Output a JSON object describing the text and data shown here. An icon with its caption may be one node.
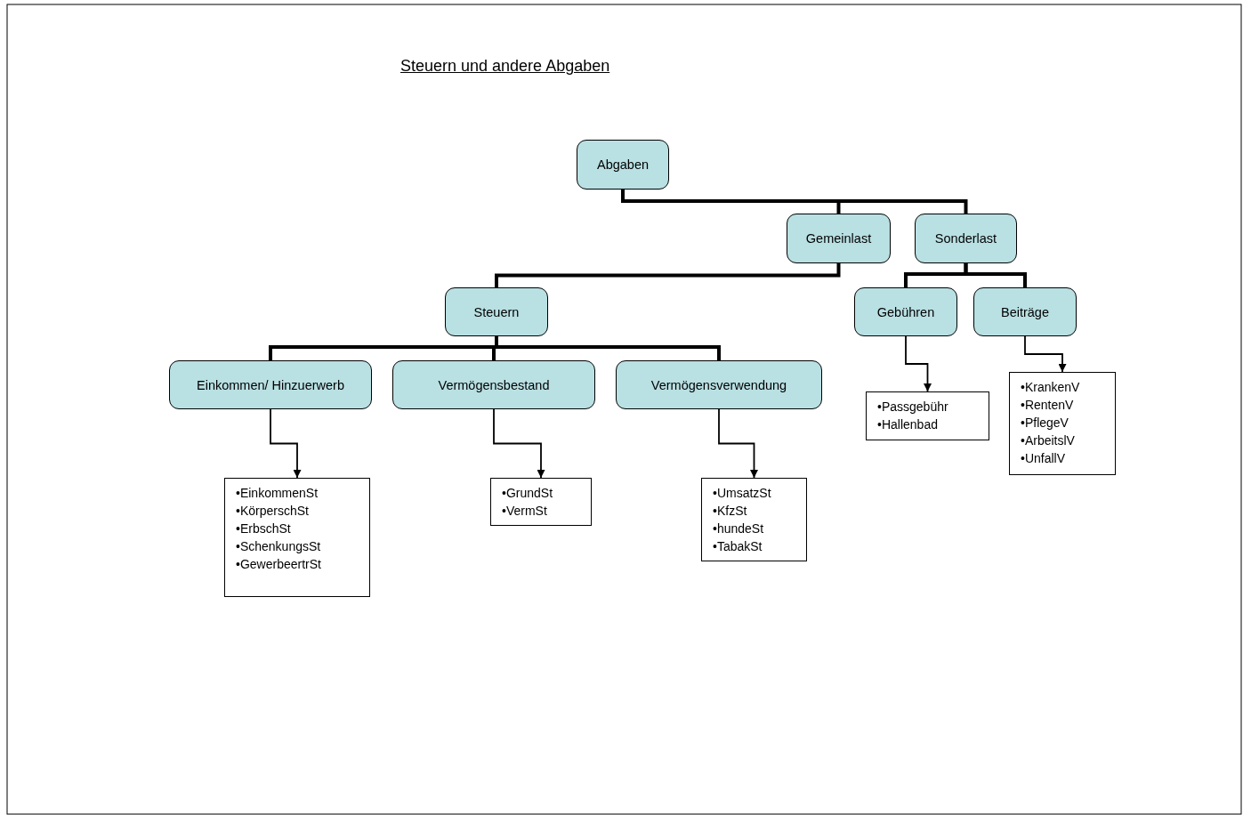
{
  "diagram": {
    "title": "Steuern und andere Abgaben",
    "nodes": [
      {
        "text": [
          "Abgaben"
        ]
      },
      {
        "text": [
          "Gemeinlast"
        ]
      },
      {
        "text": [
          "Sonderlast"
        ]
      },
      {
        "text": [
          "Steuern"
        ]
      },
      {
        "text": [
          "Gebühren"
        ]
      },
      {
        "text": [
          "Beiträge"
        ]
      },
      {
        "text": [
          "Einkommen/ Hinzuerwerb"
        ]
      },
      {
        "text": [
          "Vermögensbestand"
        ]
      },
      {
        "text": [
          "Vermögensverwendung"
        ]
      },
      {
        "text": [
          "•EinkommenSt",
          "•KörperschSt",
          "•ErbschSt",
          "•SchenkungsSt",
          "•GewerbeertrSt"
        ]
      },
      {
        "text": [
          "•GrundSt",
          "•VermSt"
        ]
      },
      {
        "text": [
          "•UmsatzSt",
          "•KfzSt",
          "•hundeSt",
          "•TabakSt"
        ]
      },
      {
        "text": [
          "•Passgebühr",
          "•Hallenbad"
        ]
      },
      {
        "text": [
          "•KrankenV",
          "•RentenV",
          "•PflegeV",
          "•ArbeitslV",
          "•UnfallV"
        ]
      }
    ],
    "edges": [
      {
        "from": 0,
        "to": 1,
        "arrow": "none"
      },
      {
        "from": 0,
        "to": 2,
        "arrow": "none"
      },
      {
        "from": 1,
        "to": 3,
        "arrow": "none"
      },
      {
        "from": 2,
        "to": 4,
        "arrow": "none"
      },
      {
        "from": 2,
        "to": 5,
        "arrow": "none"
      },
      {
        "from": 3,
        "to": 6,
        "arrow": "none"
      },
      {
        "from": 3,
        "to": 7,
        "arrow": "none"
      },
      {
        "from": 3,
        "to": 8,
        "arrow": "none"
      },
      {
        "from": 6,
        "to": 9,
        "arrow": "to"
      },
      {
        "from": 7,
        "to": 10,
        "arrow": "to"
      },
      {
        "from": 8,
        "to": 11,
        "arrow": "to"
      },
      {
        "from": 4,
        "to": 12,
        "arrow": "to"
      },
      {
        "from": 5,
        "to": 13,
        "arrow": "to"
      }
    ]
  }
}
